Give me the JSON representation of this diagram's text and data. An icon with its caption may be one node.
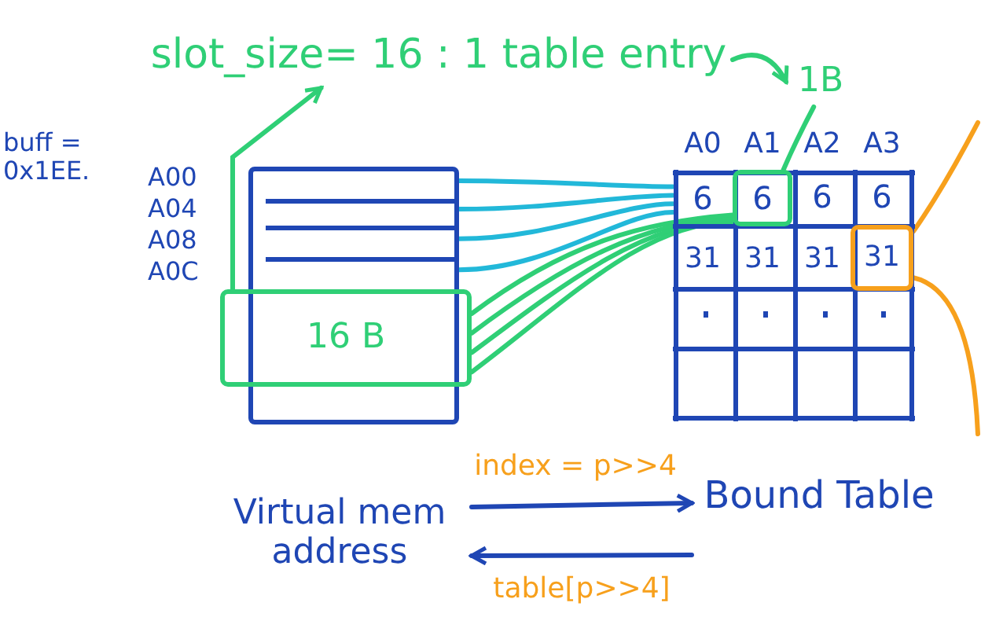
{
  "diagram": {
    "nodes": [
      {
        "text": [
          "slot_size= 16 : 1 table entry"
        ]
      },
      {
        "text": [
          "1B"
        ]
      },
      {
        "text": [],
        "shape": "box"
      },
      {
        "text": [
          "16 B"
        ]
      },
      {
        "text": [],
        "shape": "box"
      },
      {
        "text": [
          "6"
        ],
        "in": 4
      },
      {
        "text": [
          "6"
        ],
        "in": 4
      },
      {
        "text": [
          "31"
        ],
        "in": 4
      },
      {
        "text": [
          "Virtual mem address"
        ]
      },
      {
        "text": [
          "Bound Table"
        ]
      }
    ],
    "edges": [
      {
        "from": 2,
        "to": 5,
        "arrow": "none",
        "color": "#22b8d9"
      },
      {
        "from": 2,
        "to": 5,
        "arrow": "none",
        "color": "#22b8d9"
      },
      {
        "from": 2,
        "to": 5,
        "arrow": "none",
        "color": "#22b8d9"
      },
      {
        "from": 2,
        "to": 5,
        "arrow": "none",
        "color": "#22b8d9"
      },
      {
        "from": 3,
        "to": 6,
        "arrow": "none"
      },
      {
        "from": 3,
        "to": 6,
        "arrow": "none"
      },
      {
        "from": 3,
        "to": 6,
        "arrow": "none"
      },
      {
        "from": 3,
        "to": 6,
        "arrow": "none"
      },
      {
        "from": 3,
        "to": 0,
        "arrow": "to"
      },
      {
        "from": 0,
        "to": 1,
        "arrow": "to"
      },
      {
        "from": 1,
        "to": 6,
        "arrow": "none"
      },
      {
        "from": 7,
        "to": null,
        "arrow": "none",
        "color": "#f7a01c"
      },
      {
        "from": 7,
        "to": null,
        "arrow": "none",
        "color": "#f7a01c"
      },
      {
        "from": 8,
        "to": 9,
        "arrow": "to",
        "label": "index = p>>4",
        "color": "#1f46b4"
      },
      {
        "from": 9,
        "to": 8,
        "arrow": "to",
        "label": "table[p>>4]",
        "color": "#1f46b4"
      }
    ],
    "labels": [
      "buff = 0x1EE.",
      "A00",
      "A04",
      "A08",
      "A0C",
      "A0",
      "A1",
      "A2",
      "A3",
      "6",
      "6",
      "31",
      "31",
      "31"
    ]
  }
}
